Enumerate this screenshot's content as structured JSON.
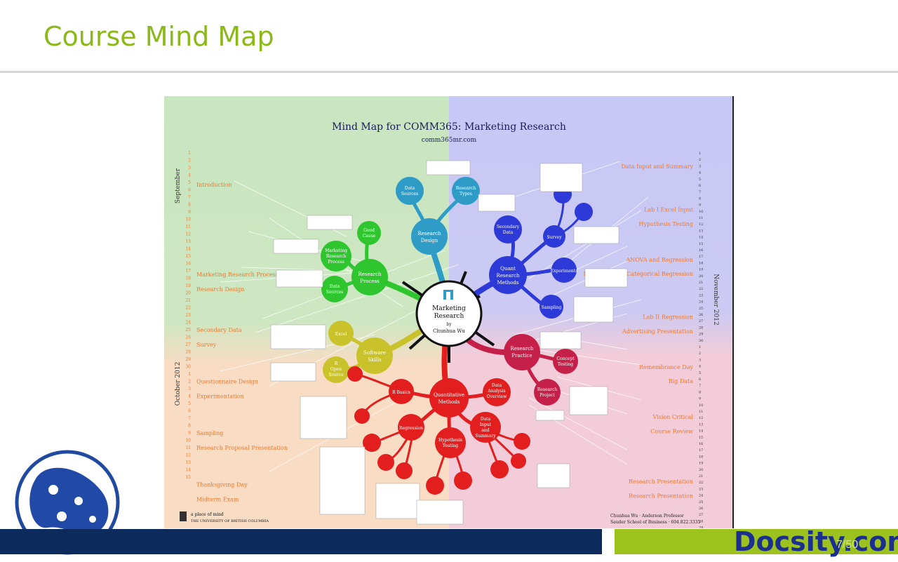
{
  "slide": {
    "title": "Course Mind Map"
  },
  "poster": {
    "title": "Mind Map for COMM365: Marketing Research",
    "url": "comm365mr.com",
    "center": {
      "lines": [
        "Marketing",
        "Research"
      ],
      "by": "by",
      "author": "Chunhua Wu"
    },
    "side_labels": {
      "left_top": "September",
      "left_bottom": "October 2012",
      "right": "November 2012"
    },
    "left_days": [
      "1",
      "2",
      "3",
      "4",
      "5",
      "6",
      "7",
      "8",
      "9",
      "10",
      "11",
      "12",
      "13",
      "14",
      "15",
      "16",
      "17",
      "18",
      "19",
      "20",
      "21",
      "22",
      "23",
      "24",
      "25",
      "26",
      "27",
      "28",
      "29",
      "30",
      "1",
      "2",
      "3",
      "4",
      "5",
      "6",
      "7",
      "8",
      "9",
      "10",
      "11",
      "12",
      "13",
      "14",
      "15"
    ],
    "right_days": [
      "1",
      "2",
      "3",
      "4",
      "5",
      "6",
      "7",
      "8",
      "9",
      "10",
      "11",
      "12",
      "13",
      "14",
      "15",
      "16",
      "17",
      "18",
      "19",
      "20",
      "21",
      "22",
      "23",
      "24",
      "25",
      "26",
      "27",
      "28",
      "29",
      "30",
      "1",
      "2",
      "3",
      "4",
      "5",
      "6",
      "7",
      "8",
      "9",
      "10",
      "11",
      "12",
      "13",
      "14",
      "15",
      "16",
      "17",
      "18",
      "19",
      "20",
      "21",
      "22",
      "23",
      "24",
      "25",
      "26",
      "27",
      "28",
      "29",
      "30"
    ],
    "left_topics": [
      "Introduction",
      "Marketing Research Process",
      "Research Design",
      "Secondary Data",
      "Survey",
      "Questionnaire Design",
      "Experimentation",
      "Sampling",
      "Research Proposal Presentation",
      "Thanksgiving Day",
      "Midterm Exam",
      "Data Analysis Overview"
    ],
    "right_topics": [
      "Data Input and Summary",
      "Lab I Excel Input",
      "Hypothesis Testing",
      "ANOVA and Regression",
      "Regression for Categorical Regression",
      "Lab II Regression",
      "Advertising Presentation",
      "Remembrance Day",
      "Big Data",
      "Vision Critical",
      "Course Review",
      "Research Presentation",
      "Research Presentation"
    ],
    "branches": {
      "research_design": {
        "label": [
          "Research",
          "Design"
        ],
        "children": [
          [
            "Research",
            "Types"
          ],
          [
            "Data",
            "Sources"
          ]
        ]
      },
      "research_process": {
        "label": [
          "Research",
          "Process"
        ],
        "children": [
          [
            "Good",
            "Cause"
          ],
          [
            "Marketing",
            "Research",
            "Process"
          ],
          [
            "Data",
            "Sources"
          ]
        ]
      },
      "qualitative": {
        "label": [
          "Quant",
          "Research",
          "Methods"
        ],
        "children": [
          [
            "Secondary",
            "Data"
          ],
          [
            "Survey"
          ],
          [
            "Experiments"
          ],
          [
            "Sampling"
          ]
        ]
      },
      "software": {
        "label": [
          "Software",
          "Skills"
        ],
        "children": [
          [
            "Excel"
          ],
          [
            "R",
            "Open",
            "Source"
          ]
        ]
      },
      "quantitative": {
        "label": [
          "Quantitative",
          "Methods"
        ],
        "children": [
          [
            "Data",
            "Analysis",
            "Overview"
          ],
          [
            "Data",
            "Input",
            "and",
            "Summary"
          ],
          [
            "Hypothesis",
            "Testing"
          ],
          [
            "Regression"
          ],
          [
            "R Basics"
          ]
        ]
      },
      "practice": {
        "label": [
          "Research",
          "Practice"
        ],
        "children": [
          [
            "Research",
            "Project"
          ],
          [
            "Concept",
            "Testing"
          ]
        ]
      }
    },
    "footer": {
      "institution": "a place of mind",
      "university": "THE UNIVERSITY OF BRITISH COLUMBIA",
      "credit_1": "Chunhua Wu · Anderson Professor",
      "credit_2": "Sauder School of Business · 604.822.3335"
    }
  },
  "footer": {
    "brand": "Docsity.com",
    "page": "7/50"
  },
  "colors": {
    "title_green": "#8cb81a",
    "band_navy": "#0d2a5c",
    "band_green": "#9cc21e",
    "brand_blue": "#1b2f8f",
    "blue_branch": "#2e3ad8",
    "teal_branch": "#2f9cc8",
    "green_branch": "#2ec52e",
    "yellow_branch": "#c9c22a",
    "red_branch": "#e21e1e",
    "crimson_branch": "#c4204a",
    "topic_orange": "#f0792b"
  }
}
